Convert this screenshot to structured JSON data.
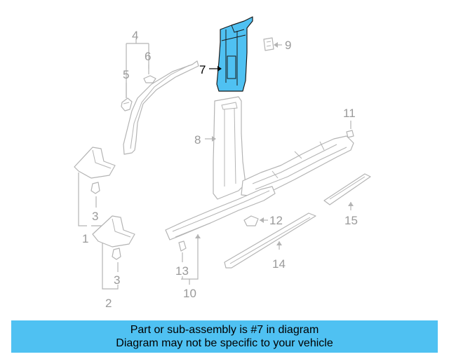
{
  "diagram": {
    "labels": {
      "l1": "1",
      "l2": "2",
      "l3a": "3",
      "l3b": "3",
      "l4": "4",
      "l5": "5",
      "l6": "6",
      "l7": "7",
      "l8": "8",
      "l9": "9",
      "l10": "10",
      "l11": "11",
      "l12": "12",
      "l13": "13",
      "l14": "14",
      "l15": "15"
    },
    "highlighted_part": "7",
    "colors": {
      "highlight_fill": "#4fc1f2",
      "line": "#b4b4b4",
      "label": "#9a9a9a",
      "banner": "#4fc1f2"
    }
  },
  "banner": {
    "line1": "Part or sub-assembly is #7 in diagram",
    "line2": "Diagram may not be specific to your vehicle"
  }
}
